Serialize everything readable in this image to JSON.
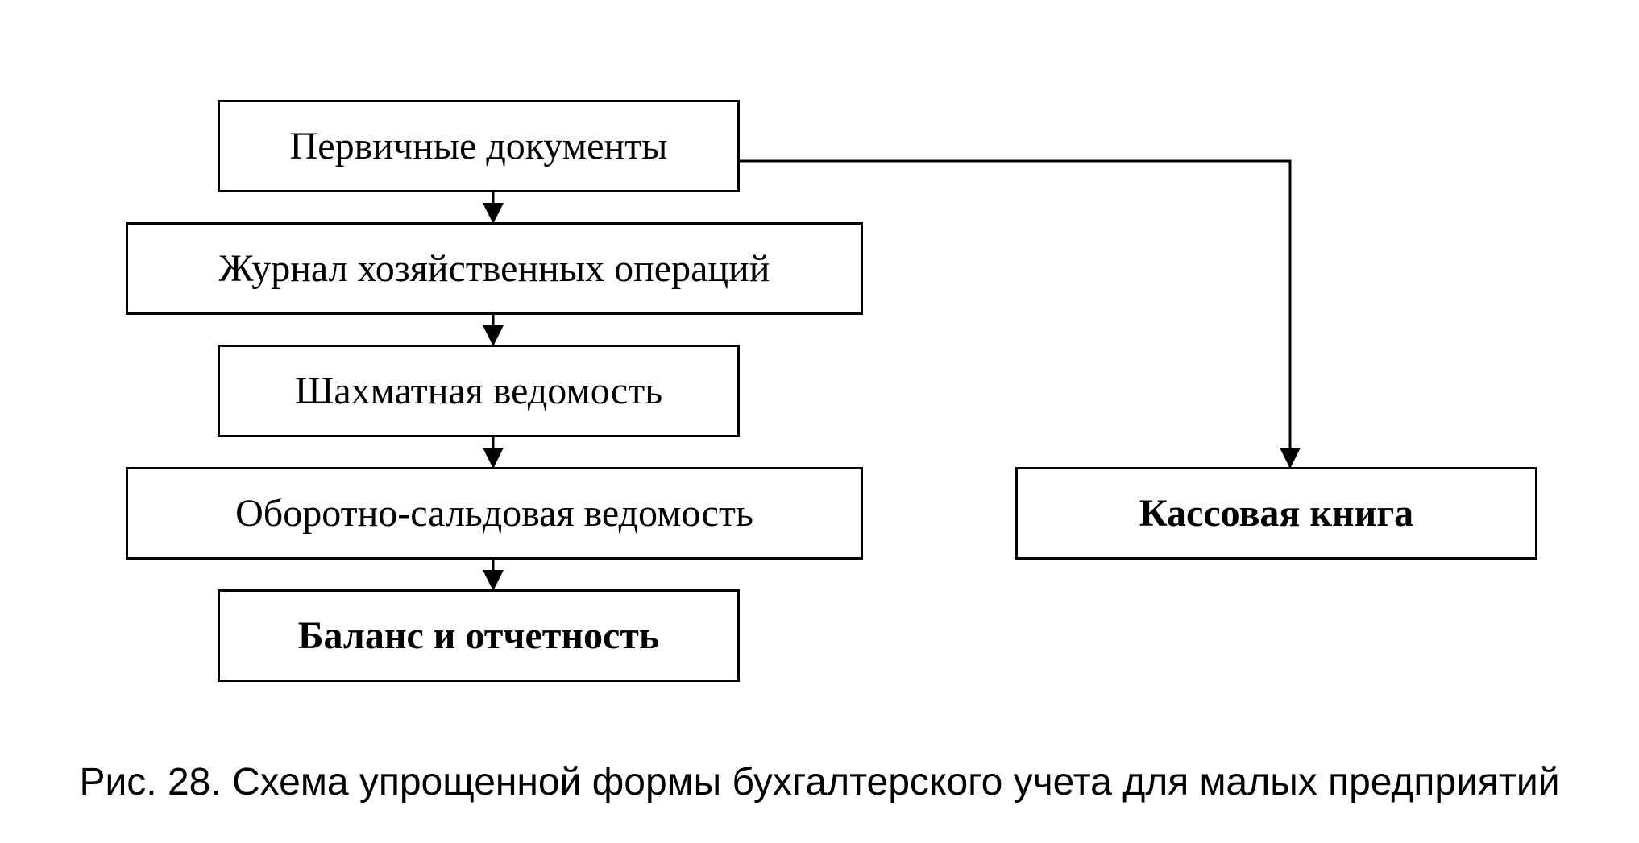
{
  "diagram": {
    "nodes": [
      {
        "id": "primary_docs",
        "label": "Первичные документы",
        "bold": false
      },
      {
        "id": "journal",
        "label": "Журнал хозяйственных операций",
        "bold": false
      },
      {
        "id": "chess_sheet",
        "label": "Шахматная ведомость",
        "bold": false
      },
      {
        "id": "turnover_sheet",
        "label": "Оборотно-сальдовая ведомость",
        "bold": false
      },
      {
        "id": "balance",
        "label": "Баланс и отчетность",
        "bold": true
      },
      {
        "id": "cash_book",
        "label": "Кассовая книга",
        "bold": true
      }
    ],
    "edges": [
      {
        "from": "primary_docs",
        "to": "journal"
      },
      {
        "from": "journal",
        "to": "chess_sheet"
      },
      {
        "from": "chess_sheet",
        "to": "turnover_sheet"
      },
      {
        "from": "turnover_sheet",
        "to": "balance"
      },
      {
        "from": "primary_docs",
        "to": "cash_book"
      }
    ],
    "line_color": "#000000"
  },
  "caption": "Рис. 28. Схема упрощенной формы бухгалтерского учета для малых предприятий"
}
